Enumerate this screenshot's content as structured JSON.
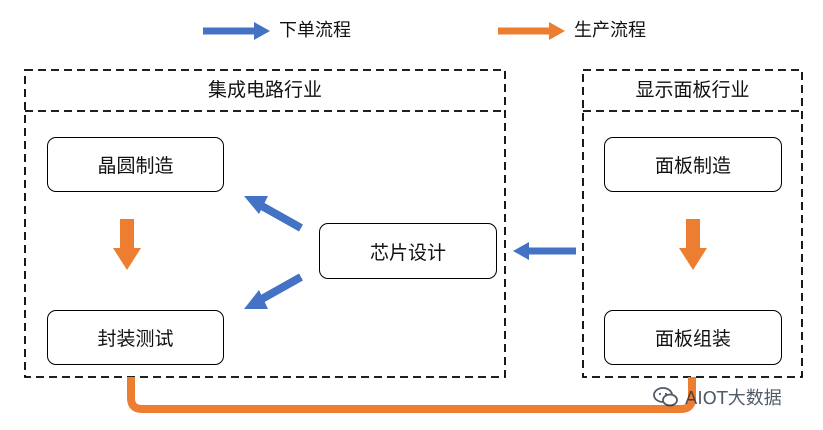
{
  "legend": {
    "order_flow_label": "下单流程",
    "production_flow_label": "生产流程"
  },
  "groups": {
    "ic": {
      "title": "集成电路行业",
      "wafer": "晶圆制造",
      "packaging": "封装测试",
      "chip_design": "芯片设计"
    },
    "display": {
      "title": "显示面板行业",
      "panel_mfg": "面板制造",
      "panel_assembly": "面板组装"
    }
  },
  "watermark": {
    "text": "AIOT大数据",
    "icon": "wechat-icon"
  },
  "colors": {
    "order_flow": "#4472C4",
    "production_flow": "#ED7D31",
    "border": "#000000"
  }
}
